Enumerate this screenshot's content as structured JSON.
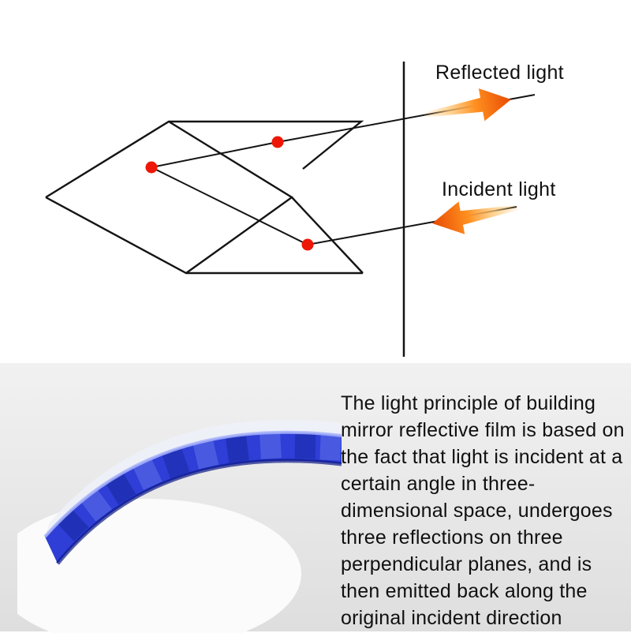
{
  "diagram": {
    "reflected_label": "Reflected light",
    "incident_label": "Incident light",
    "colors": {
      "line": "#141414",
      "dot": "#ee1707",
      "arrow_tail": "#ffc876",
      "arrow_mid": "#ff9020",
      "arrow_head": "#e84a02",
      "tape_blue": "#2e3ed6",
      "panel_bg": "#e9e9e9"
    }
  },
  "caption": "The light principle of building mirror reflective film is based on the fact that light is incident at a certain angle in three-dimensional space, undergoes three reflections on three perpendicular planes, and is then emitted back along the original incident direction"
}
